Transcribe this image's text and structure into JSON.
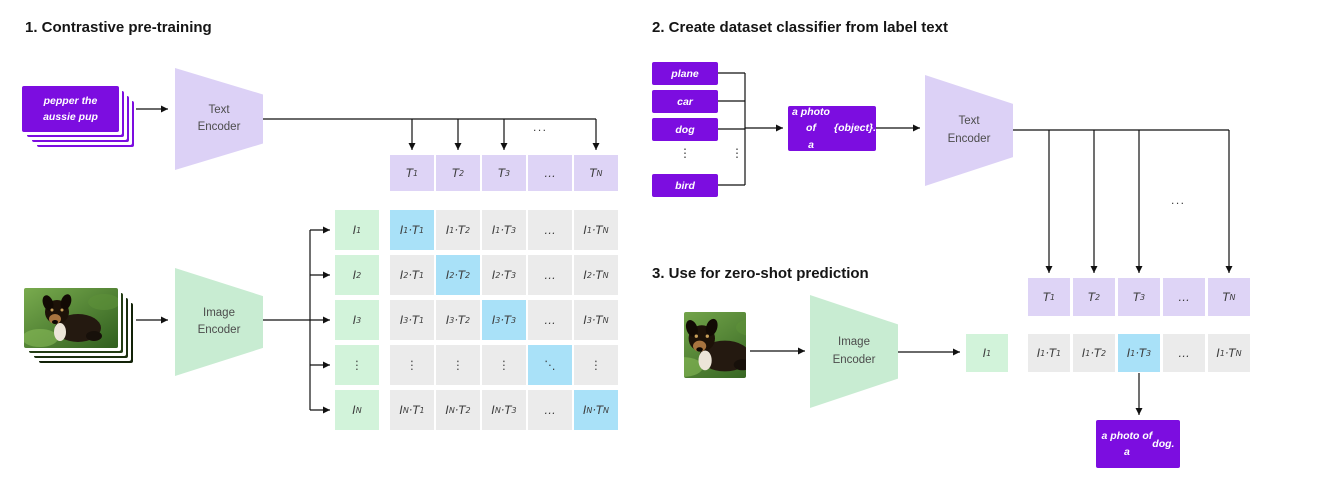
{
  "colors": {
    "purple": "#7c0de0",
    "lavender_encoder": "#dcd1f6",
    "green_encoder": "#c8ecd2",
    "t_cell": "#ded4f6",
    "i_cell": "#d2f3da",
    "matrix_cell": "#ebebeb",
    "highlight_cell": "#a9e1f8",
    "line": "#111111"
  },
  "pretraining": {
    "title": "1. Contrastive pre-training",
    "input_text_html": "pepper the<br>aussie pup",
    "text_encoder_html": "Text<br>Encoder",
    "image_encoder_html": "Image<br>Encoder",
    "dots_top": "...",
    "matrix": {
      "col_headers": [
        "T<sub>1</sub>",
        "T<sub>2</sub>",
        "T<sub>3</sub>",
        "…",
        "T<sub>N</sub>"
      ],
      "row_headers": [
        "I<sub>1</sub>",
        "I<sub>2</sub>",
        "I<sub>3</sub>",
        "⋮",
        "I<sub>N</sub>"
      ],
      "rows": [
        [
          "I<sub>1</sub>·T<sub>1</sub>",
          "I<sub>1</sub>·T<sub>2</sub>",
          "I<sub>1</sub>·T<sub>3</sub>",
          "…",
          "I<sub>1</sub>·T<sub>N</sub>"
        ],
        [
          "I<sub>2</sub>·T<sub>1</sub>",
          "I<sub>2</sub>·T<sub>2</sub>",
          "I<sub>2</sub>·T<sub>3</sub>",
          "…",
          "I<sub>2</sub>·T<sub>N</sub>"
        ],
        [
          "I<sub>3</sub>·T<sub>1</sub>",
          "I<sub>3</sub>·T<sub>2</sub>",
          "I<sub>3</sub>·T<sub>3</sub>",
          "…",
          "I<sub>3</sub>·T<sub>N</sub>"
        ],
        [
          "⋮",
          "⋮",
          "⋮",
          "⋱",
          "⋮"
        ],
        [
          "I<sub>N</sub>·T<sub>1</sub>",
          "I<sub>N</sub>·T<sub>2</sub>",
          "I<sub>N</sub>·T<sub>3</sub>",
          "…",
          "I<sub>N</sub>·T<sub>N</sub>"
        ]
      ]
    }
  },
  "classifier": {
    "title": "2. Create dataset classifier from label text",
    "labels": [
      "plane",
      "car",
      "dog",
      "bird"
    ],
    "labels_ellipsis": "⋮",
    "connector_ellipsis": "⋮",
    "prompt_html": "a photo of<br>a <i>{object}</i>.",
    "text_encoder_html": "Text<br>Encoder",
    "dots": "...",
    "t_cells": [
      "T<sub>1</sub>",
      "T<sub>2</sub>",
      "T<sub>3</sub>",
      "…",
      "T<sub>N</sub>"
    ]
  },
  "zeroshot": {
    "title": "3. Use for zero-shot prediction",
    "image_encoder_html": "Image<br>Encoder",
    "i_cell": "I<sub>1</sub>",
    "product_cells": [
      "I<sub>1</sub>·T<sub>1</sub>",
      "I<sub>1</sub>·T<sub>2</sub>",
      "I<sub>1</sub>·T<sub>3</sub>",
      "…",
      "I<sub>1</sub>·T<sub>N</sub>"
    ],
    "prediction_html": "a photo of<br>a <i>dog</i>."
  }
}
